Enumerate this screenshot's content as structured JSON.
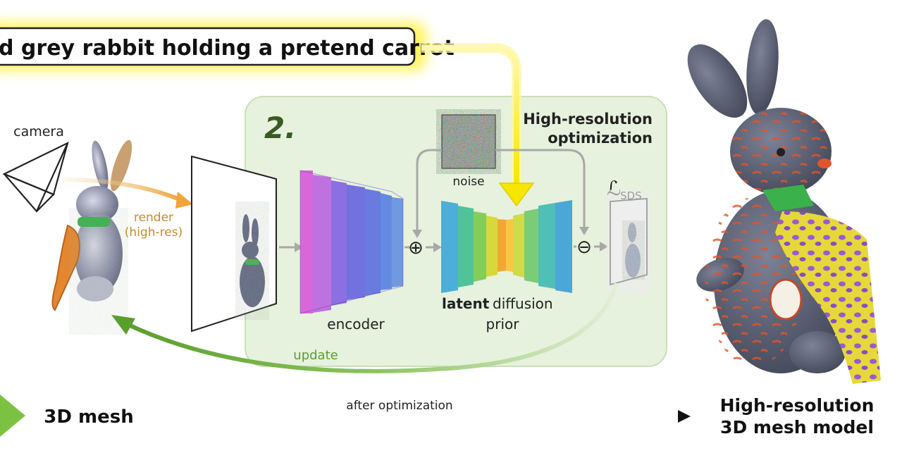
{
  "prompt": {
    "text": "d grey rabbit holding a pretend carrot"
  },
  "panel": {
    "step_number": "2.",
    "title_line1": "High-resolution",
    "title_line2": "optimization"
  },
  "labels": {
    "camera": "camera",
    "render_line1": "render",
    "render_line2": "(high-res)",
    "noise": "noise",
    "encoder": "encoder",
    "latent_bold": "latent",
    "latent_rest": " diffusion",
    "prior": "prior",
    "loss_main": "ℒ",
    "loss_sub": "SDS",
    "update": "update",
    "plus_symbol": "⊕",
    "minus_symbol": "⊖"
  },
  "bottom": {
    "mesh_label": "3D mesh",
    "after_label": "after optimization",
    "result_line1": "High-resolution",
    "result_line2": "3D mesh model"
  },
  "colors": {
    "panel_fill": "#e6f2dd",
    "panel_stroke": "#c9dfb8",
    "prompt_glow": "#fff34d",
    "render_arrow": "#f0a43a",
    "update_arrow": "#6aaa3c",
    "gray_arrow": "#a8a8a8",
    "yellow_arrow": "#f6e600",
    "bottom_triangle": "#7cc242"
  },
  "icons": {
    "rabbit_low": "rabbit-low-res-mesh-icon",
    "rabbit_high": "rabbit-high-res-mesh-icon",
    "noise": "noise-image-icon",
    "sds": "sds-gradient-image-icon",
    "camera": "camera-frustum-icon"
  }
}
